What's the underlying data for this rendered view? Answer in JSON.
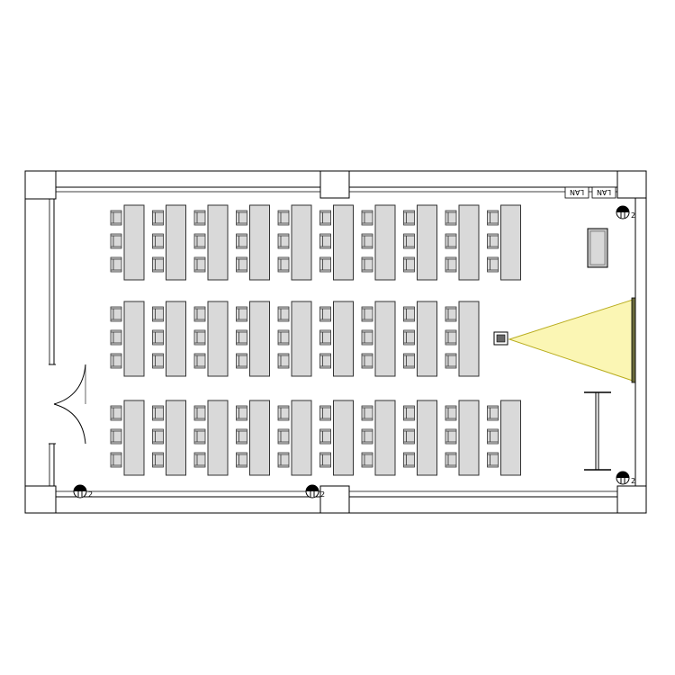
{
  "floorplan": {
    "lan_labels": [
      "LAN",
      "LAN"
    ],
    "outlet_label": "2",
    "colors": {
      "desk_fill": "#d9d9d9",
      "projection_fill": "#fbf6b4",
      "projection_border": "#b9ad1f",
      "screen": "#6b6b3c",
      "line": "#000000"
    },
    "seating": {
      "rows": [
        {
          "name": "row-top",
          "desks": 10
        },
        {
          "name": "row-middle",
          "desks": 9
        },
        {
          "name": "row-bottom",
          "desks": 10
        }
      ],
      "chairs_per_desk": 3
    },
    "icons": [
      "lan-socket-icon",
      "floor-outlet-icon",
      "projector-icon",
      "door-swing-icon",
      "whiteboard-stand-icon"
    ]
  }
}
